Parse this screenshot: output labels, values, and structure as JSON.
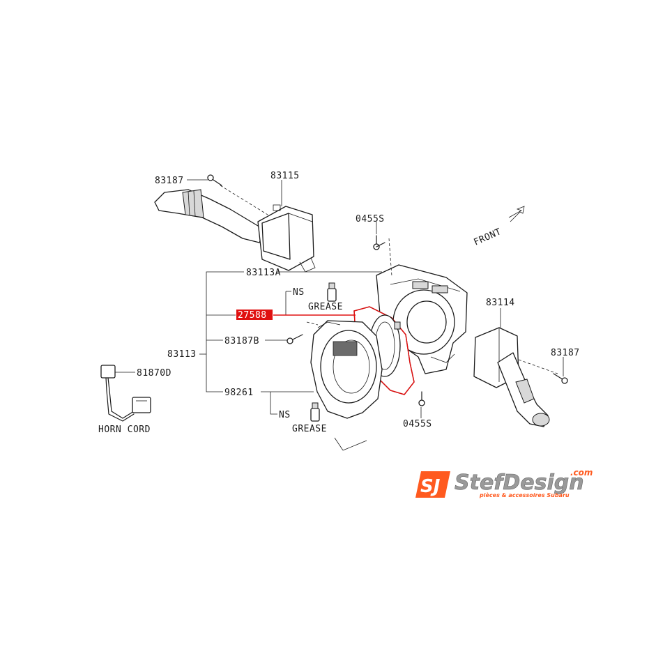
{
  "labels": {
    "p83187_top": "83187",
    "p83115": "83115",
    "p0455s_top": "0455S",
    "front": "FRONT",
    "p83113a": "83113A",
    "ns_top": "NS",
    "grease_top": "GREASE",
    "highlight_part": "27588",
    "p83113": "83113",
    "p83187b": "83187B",
    "p83114": "83114",
    "p83187_right": "83187",
    "p81870d": "81870D",
    "horn_cord": "HORN CORD",
    "p98261": "98261",
    "ns_bottom": "NS",
    "grease_bottom": "GREASE",
    "p0455s_bottom": "0455S"
  },
  "logo": {
    "mark": "SJ",
    "name": "StefDesign",
    "domain": ".com",
    "tagline": "pièces & accessoires Subaru"
  },
  "colors": {
    "highlight": "#e01010",
    "logo_orange": "#ff5a1f",
    "logo_gray": "#9a9a9a"
  }
}
